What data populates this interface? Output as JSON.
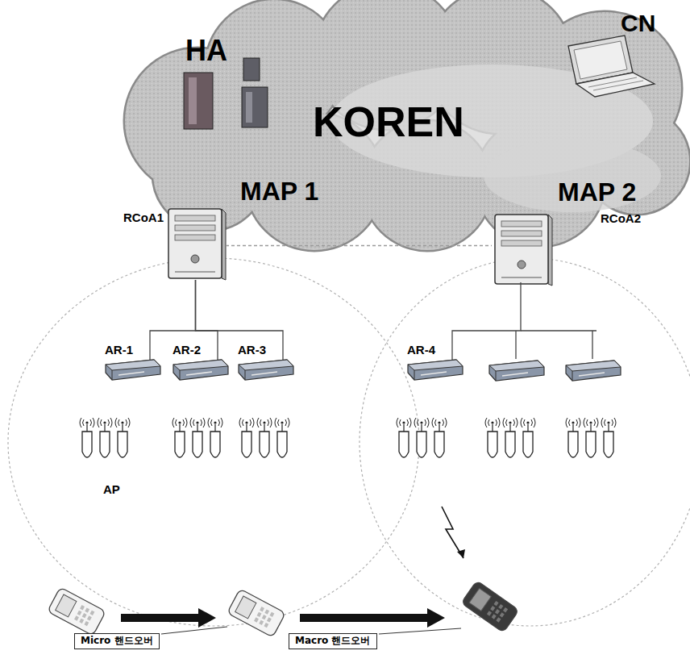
{
  "diagram": {
    "nodes": [
      {
        "text": [
          "KOREN"
        ]
      },
      {
        "text": [
          "HA"
        ],
        "in": 0
      },
      {
        "text": [
          "CN"
        ],
        "in": 0
      },
      {
        "text": [
          "MAP 1",
          "RCoA1"
        ]
      },
      {
        "text": [
          "MAP 2",
          "RCoA2"
        ]
      },
      {
        "text": [
          "AR-1"
        ]
      },
      {
        "text": [
          "AR-2"
        ]
      },
      {
        "text": [
          "AR-3"
        ]
      },
      {
        "text": [
          "AR-4"
        ]
      },
      {
        "text": [
          "Micro 핸드오버"
        ]
      },
      {
        "text": [
          "Macro 핸드오버"
        ]
      }
    ],
    "edges": [
      {
        "from": 3,
        "to": 5,
        "arrow": "none"
      },
      {
        "from": 3,
        "to": 6,
        "arrow": "none"
      },
      {
        "from": 3,
        "to": 7,
        "arrow": "none"
      },
      {
        "from": 4,
        "to": 8,
        "arrow": "none"
      },
      {
        "from": 3,
        "to": 4,
        "arrow": "none"
      }
    ],
    "labels": [
      "AP"
    ]
  }
}
